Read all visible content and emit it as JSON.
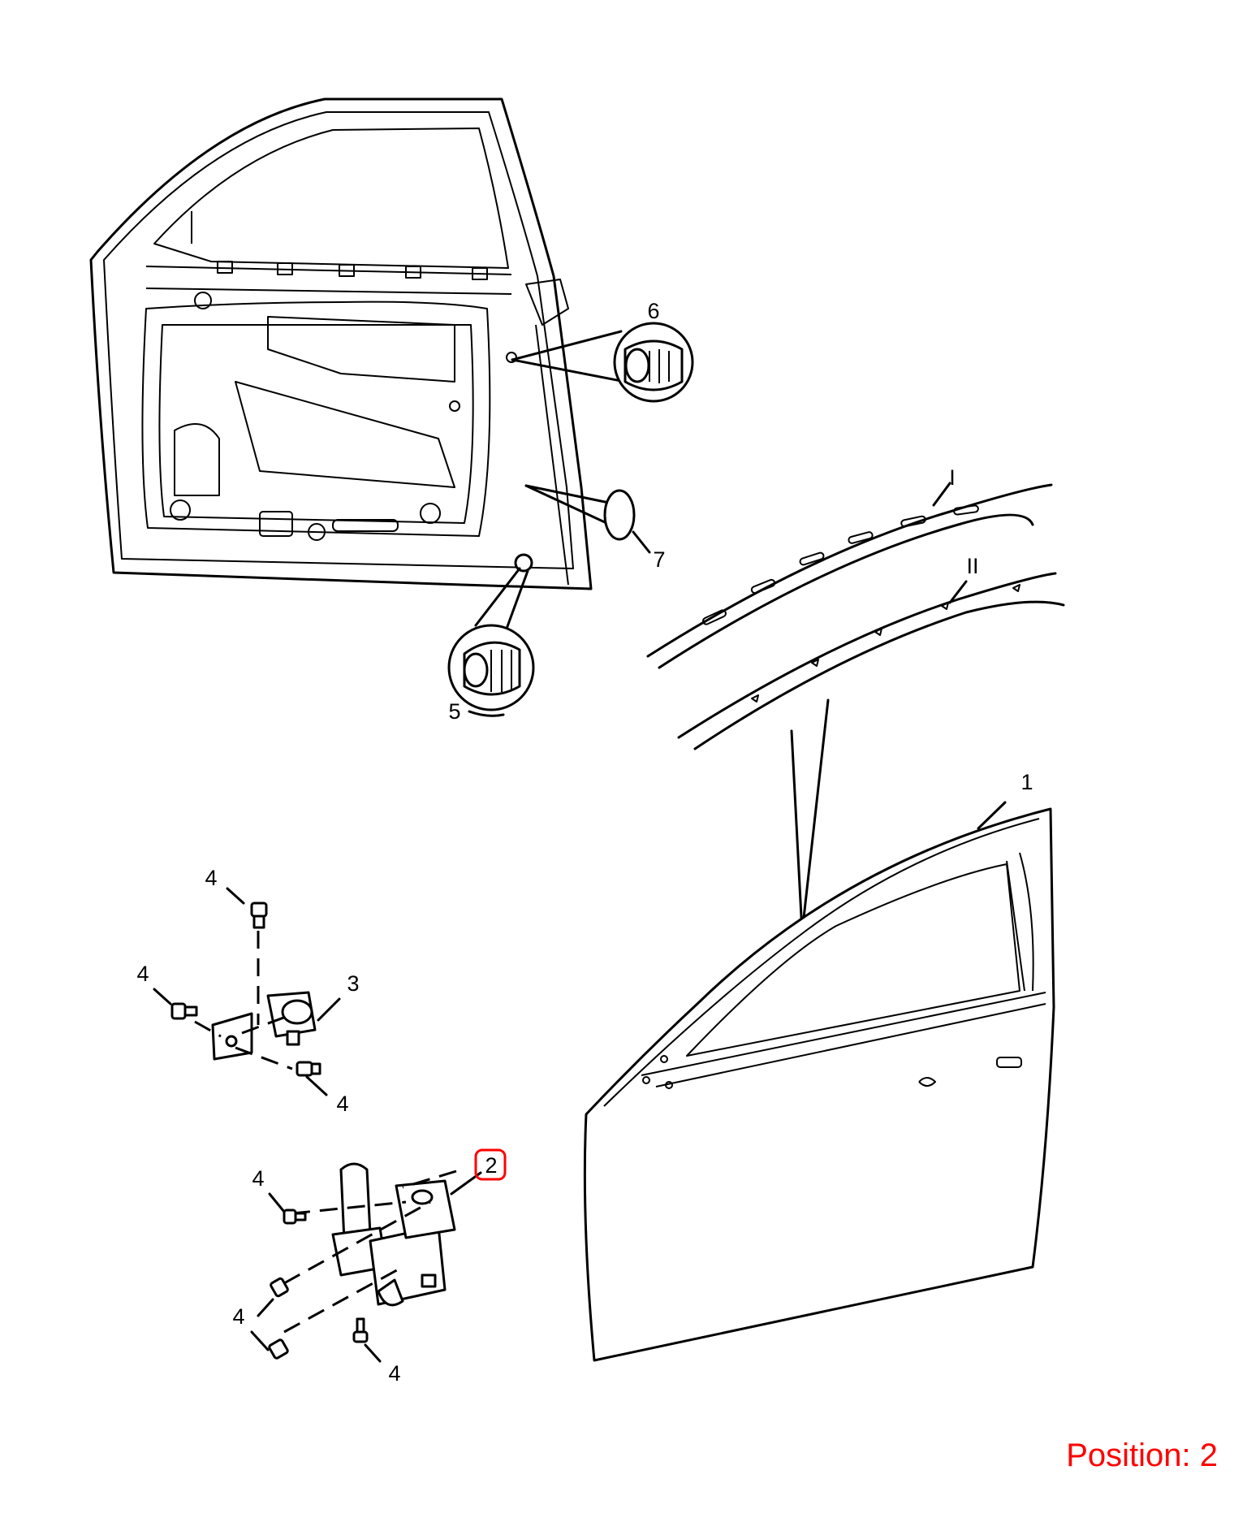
{
  "callouts": {
    "part_1": "1",
    "part_2": "2",
    "part_3": "3",
    "part_4": "4",
    "part_5": "5",
    "part_6": "6",
    "part_7": "7",
    "detail_I": "I",
    "detail_II": "II"
  },
  "position_text": "Position: 2",
  "highlight_color": "#ff0000"
}
